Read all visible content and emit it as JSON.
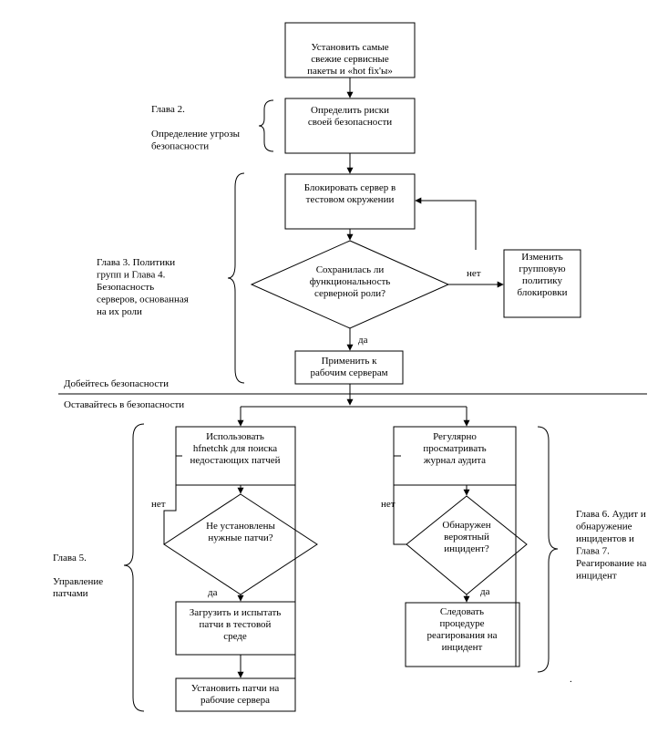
{
  "nodes": {
    "box1": [
      "Установить самые",
      "свежие сервисные",
      "пакеты и «hot fix'ы»"
    ],
    "box2": [
      "Определить риски",
      "своей безопасности"
    ],
    "box3": [
      "Блокировать сервер в",
      "тестовом окружении"
    ],
    "diamond1": [
      "Сохранилась ли",
      "функциональность",
      "серверной  роли?"
    ],
    "box_change": [
      "Изменить",
      "групповую",
      "политику",
      "блокировки"
    ],
    "box_apply": [
      "Применить к",
      "рабочим серверам"
    ],
    "box_hfnet": [
      "Использовать",
      "hfnetchk для поиска",
      "недостающих патчей"
    ],
    "diamond_patches": [
      "Не установлены",
      "нужные патчи?"
    ],
    "box_download": [
      "Загрузить и испытать",
      "патчи в тестовой",
      "среде"
    ],
    "box_install": [
      "Установить патчи на",
      "рабочие сервера"
    ],
    "box_audit": [
      "Регулярно",
      "просматривать",
      "журнал аудита"
    ],
    "diamond_incident": [
      "Обнаружен",
      "вероятный",
      "инцидент?"
    ],
    "box_follow": [
      "Следовать",
      "процедуре",
      "реагирования на",
      "инцидент"
    ]
  },
  "edge_labels": {
    "no1": "нет",
    "yes1": "да",
    "no_left": "нет",
    "yes_left": "да",
    "no_right": "нет",
    "yes_right": "да"
  },
  "annotations": {
    "ch2": [
      "Глава 2.",
      "",
      "Определение угрозы",
      "безопасности"
    ],
    "ch34": [
      "Глава 3. Политики",
      "групп и Глава 4.",
      "Безопасность",
      "серверов, основанная",
      "на их роли"
    ],
    "ch5": [
      "Глава 5.",
      "",
      "Управление",
      "патчами"
    ],
    "ch67": [
      "Глава 6. Аудит и",
      "обнаружение",
      "инцидентов и",
      "Глава 7.",
      "Реагирование на",
      "инцидент"
    ]
  },
  "separator": {
    "top": "Добейтесь безопасности",
    "bottom": "Оставайтесь в  безопасности"
  }
}
